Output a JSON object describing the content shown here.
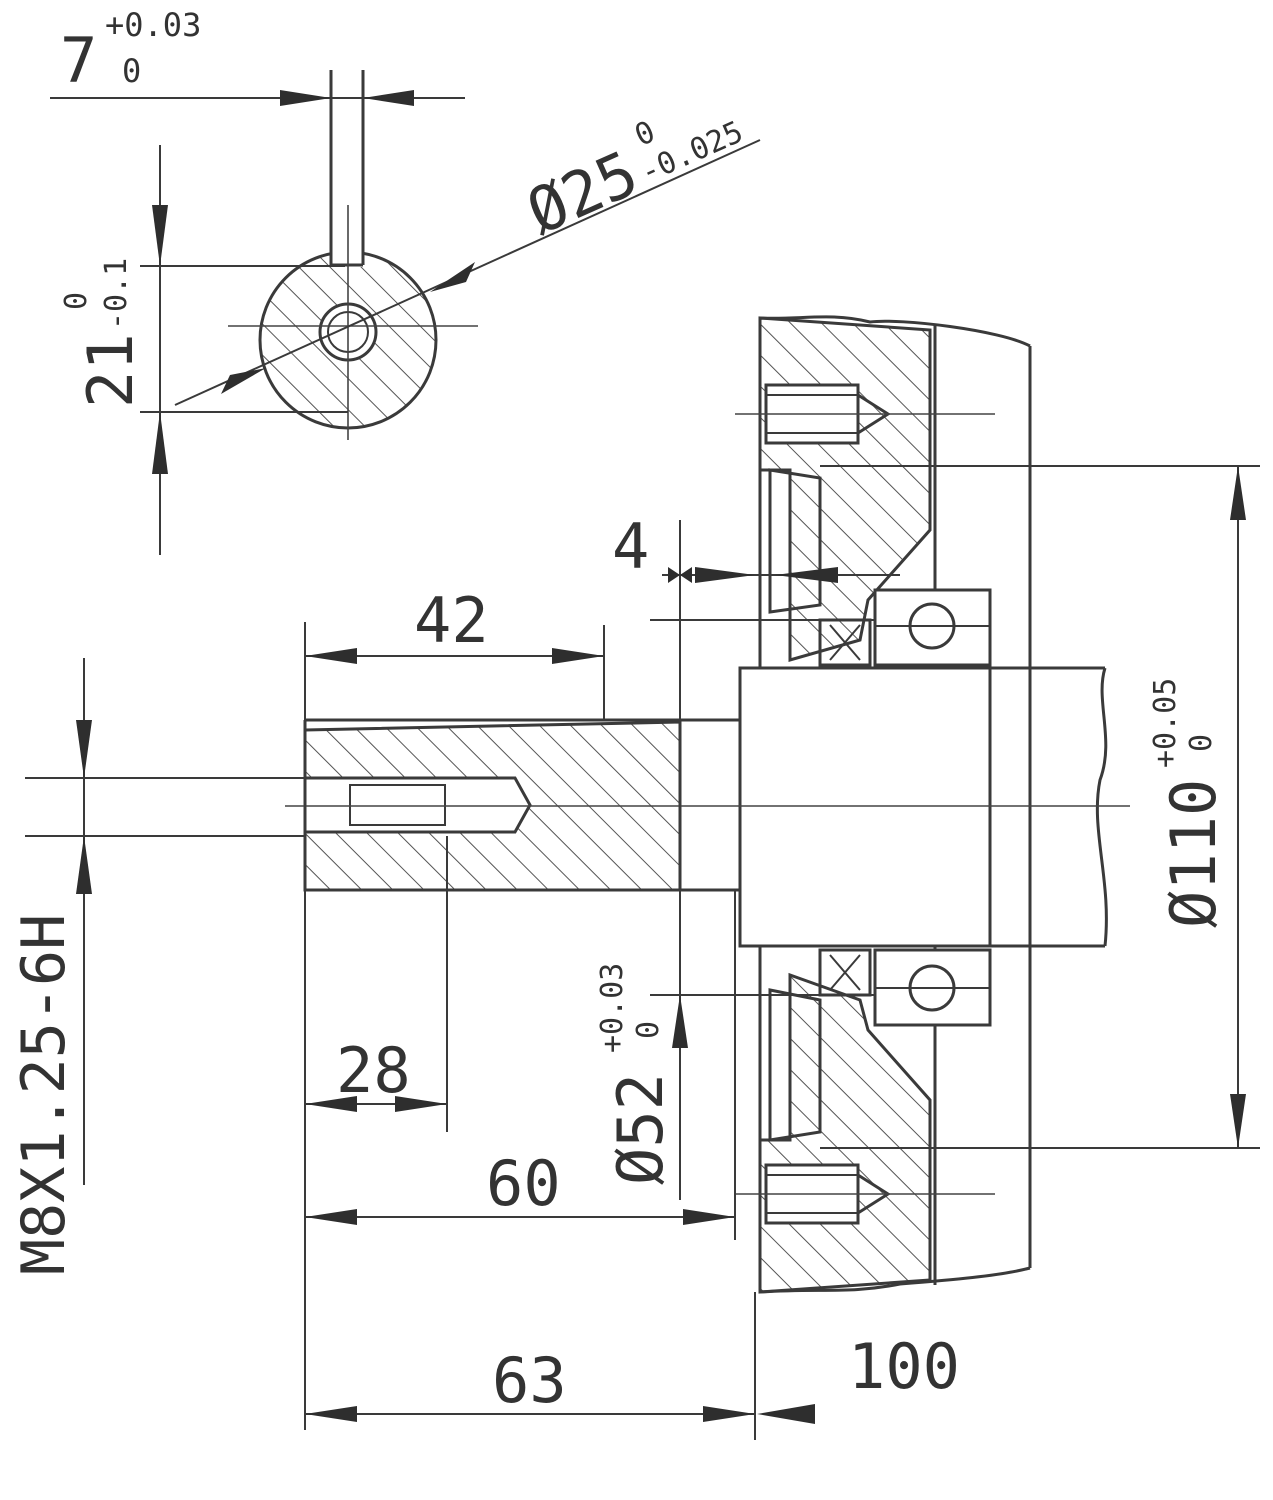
{
  "dimensions": {
    "key_width": {
      "base": "7",
      "upper": "+0.03",
      "lower": "0"
    },
    "shaft_diameter": {
      "base": "Ø25",
      "upper": "0",
      "lower": "-0.025"
    },
    "key_depth": {
      "base": "21",
      "upper": "0",
      "lower": "-0.1"
    },
    "shoulder": "4",
    "key_length": "42",
    "thread": "M8X1.25-6H",
    "thread_depth": "28",
    "shaft_length_60": "60",
    "pilot_diameter": {
      "base": "Ø52",
      "upper": "+0.03",
      "lower": "0"
    },
    "shaft_length_63": "63",
    "flange_offset": "100",
    "bolt_circle": {
      "base": "Ø110",
      "upper": "+0.05",
      "lower": "0"
    }
  }
}
